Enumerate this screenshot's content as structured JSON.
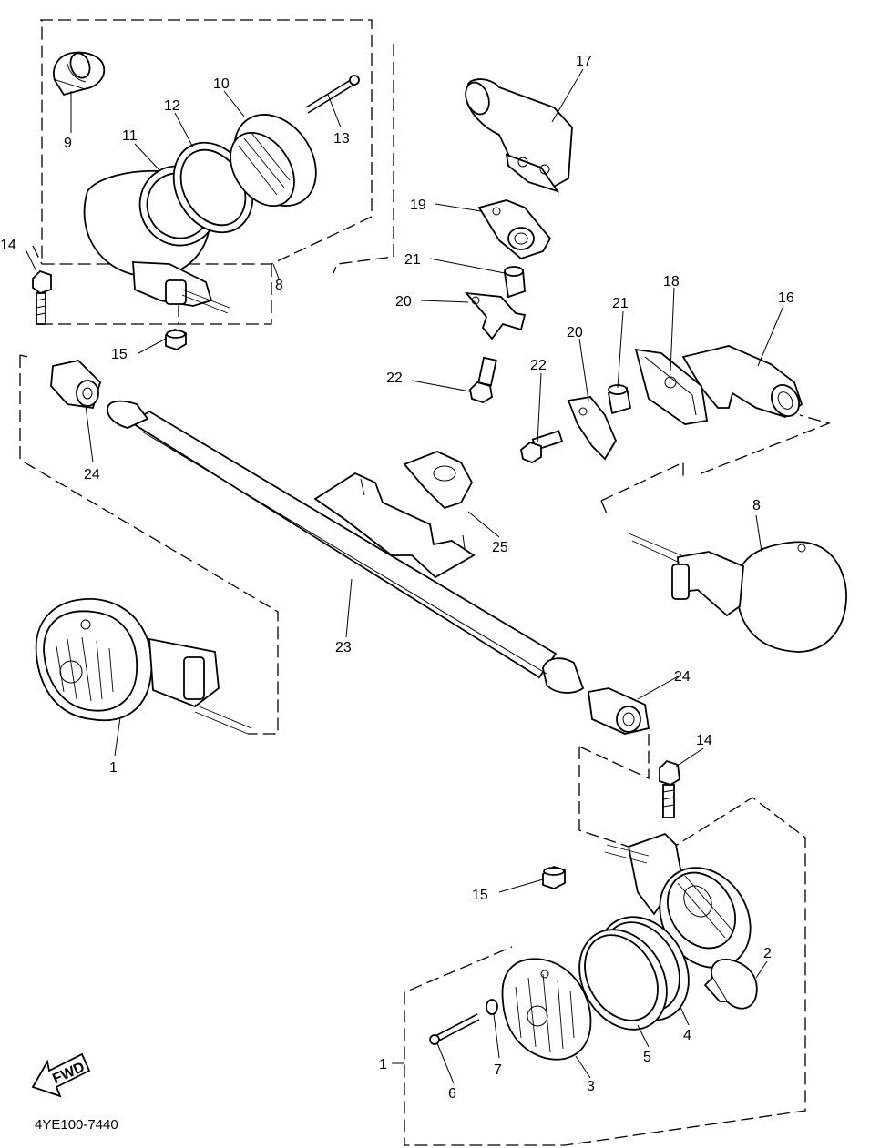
{
  "drawing_code": "4YE100-7440",
  "fwd_label": "FWD",
  "callouts": {
    "c1a": "1",
    "c1b": "1",
    "c2": "2",
    "c3": "3",
    "c4": "4",
    "c5": "5",
    "c6": "6",
    "c7": "7",
    "c8a": "8",
    "c8b": "8",
    "c9": "9",
    "c10": "10",
    "c11": "11",
    "c12": "12",
    "c13": "13",
    "c14a": "14",
    "c14b": "14",
    "c15a": "15",
    "c15b": "15",
    "c16": "16",
    "c17": "17",
    "c18": "18",
    "c19": "19",
    "c20a": "20",
    "c20b": "20",
    "c21a": "21",
    "c21b": "21",
    "c22a": "22",
    "c22b": "22",
    "c23": "23",
    "c24a": "24",
    "c24b": "24",
    "c25": "25"
  }
}
